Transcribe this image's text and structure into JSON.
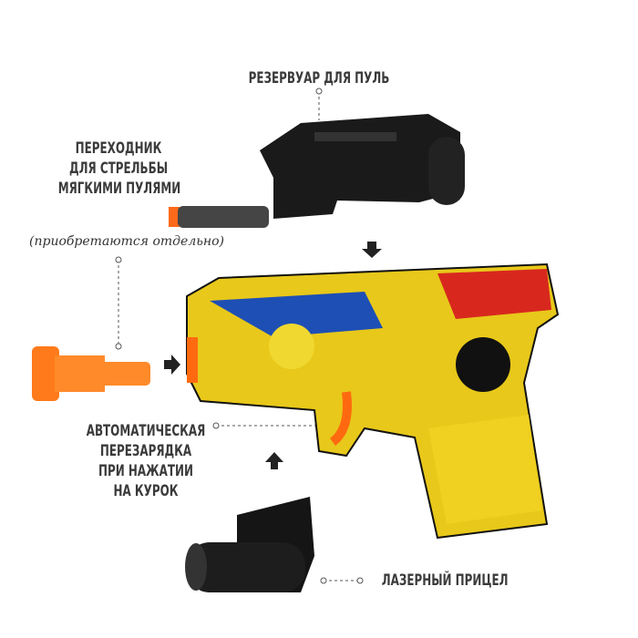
{
  "labels": {
    "reservoir": "РЕЗЕРВУАР ДЛЯ ПУЛЬ",
    "adapter": [
      "ПЕРЕХОДНИК",
      "ДЛЯ СТРЕЛЬБЫ",
      "МЯГКИМИ ПУЛЯМИ"
    ],
    "adapter_note": "(приобретаются отдельно)",
    "auto_reload": [
      "АВТОМАТИЧЕСКАЯ",
      "ПЕРЕЗАРЯДКА",
      "ПРИ НАЖАТИИ",
      "НА КУРОК"
    ],
    "laser": "ЛАЗЕРНЫЙ ПРИЦЕЛ"
  },
  "colors": {
    "text": "#3b3b3b",
    "orange": "#ff7a1a",
    "black": "#151515"
  }
}
